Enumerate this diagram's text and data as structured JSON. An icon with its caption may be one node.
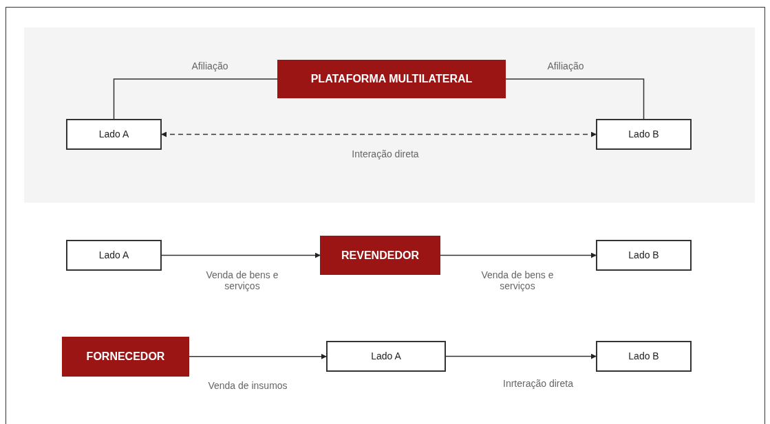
{
  "diagram": {
    "nodes": [
      {
        "text": [],
        "shape": "box"
      },
      {
        "text": [
          "PLATAFORMA MULTILATERAL"
        ],
        "in": 0
      },
      {
        "text": [
          "Lado A"
        ],
        "in": 0
      },
      {
        "text": [
          "Lado B"
        ],
        "in": 0
      },
      {
        "text": [
          "Lado A"
        ]
      },
      {
        "text": [
          "REVENDEDOR"
        ]
      },
      {
        "text": [
          "Lado B"
        ]
      },
      {
        "text": [
          "FORNECEDOR"
        ]
      },
      {
        "text": [
          "Lado A"
        ]
      },
      {
        "text": [
          "Lado B"
        ]
      }
    ],
    "edges": [
      {
        "from": 1,
        "to": 2,
        "arrow": "none",
        "label": "Afiliação"
      },
      {
        "from": 1,
        "to": 3,
        "arrow": "none",
        "label": "Afiliação"
      },
      {
        "from": 2,
        "to": 3,
        "arrow": "both",
        "label": "Interação direta",
        "style": "dashed"
      },
      {
        "from": 4,
        "to": 5,
        "arrow": "to",
        "label": "Venda de bens e serviços"
      },
      {
        "from": 5,
        "to": 6,
        "arrow": "to",
        "label": "Venda de bens e serviços"
      },
      {
        "from": 7,
        "to": 8,
        "arrow": "to",
        "label": "Venda de insumos"
      },
      {
        "from": 8,
        "to": 9,
        "arrow": "to",
        "label": "Inrteração direta"
      }
    ]
  }
}
